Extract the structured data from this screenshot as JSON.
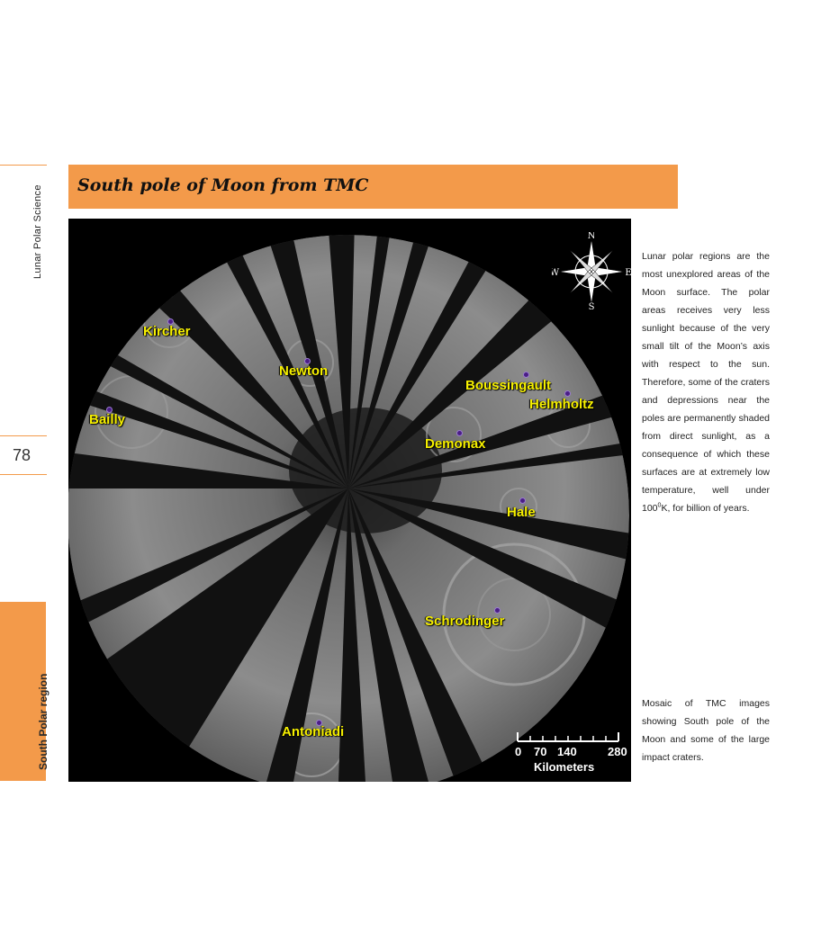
{
  "sidebar": {
    "book_title": "Lunar Polar Science",
    "page_number": "78",
    "section_label": "South Polar region"
  },
  "header": {
    "title": "South pole of Moon from TMC"
  },
  "figure": {
    "compass": {
      "n": "N",
      "e": "E",
      "s": "S",
      "w": "W"
    },
    "craters": {
      "kircher": "Kircher",
      "newton": "Newton",
      "bailly": "Bailly",
      "boussingault": "Boussingault",
      "helmholtz": "Helmholtz",
      "demonax": "Demonax",
      "hale": "Hale",
      "schrodinger": "Schrodinger",
      "antoniadi": "Antoniadi"
    },
    "scale": {
      "t0": "0",
      "t1": "70",
      "t2": "140",
      "t3": "280",
      "unit": "Kilometers"
    }
  },
  "description": {
    "intro_before_sup": "Lunar polar regions are the most unexplored areas of the Moon surface. The polar areas receives very less sunlight because of the very small tilt of the Moon’s axis with respect to the sun. Therefore, some of the craters and depressions near the poles are permanently shaded from direct sunlight, as a consequence of which these surfaces are at extremely low temperature, well under 100",
    "intro_sup": "0",
    "intro_after_sup": "K, for billion of years.",
    "caption": "Mosaic of TMC images showing South pole of the Moon and some of the large impact craters."
  }
}
